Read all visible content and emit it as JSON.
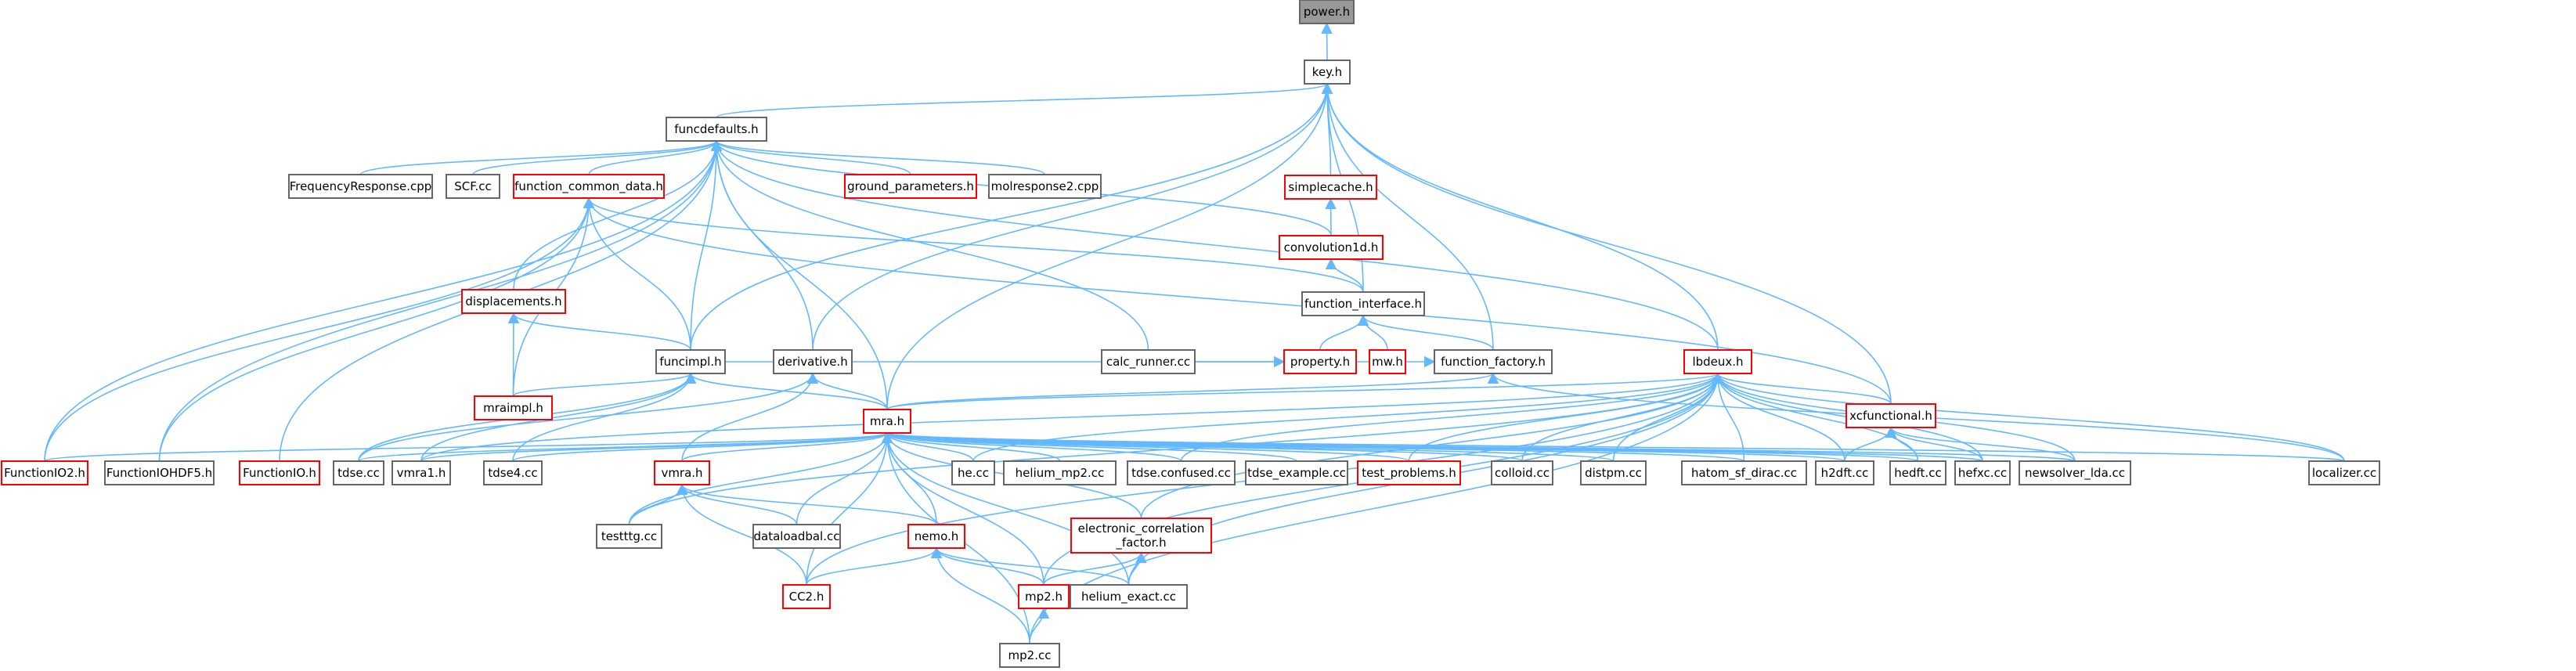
{
  "diagram": {
    "colors": {
      "edge": "#63B8FF",
      "arrow": "#63B8FF",
      "normal_border": "#666666",
      "truncated_border": "#FF0000",
      "root_fill": "#999999",
      "node_fill": "#ffffff",
      "text": "#000000"
    },
    "nodes": [
      {
        "id": "power",
        "label": "power.h",
        "kind": "root"
      },
      {
        "id": "key",
        "label": "key.h",
        "kind": "normal"
      },
      {
        "id": "funcdefaults",
        "label": "funcdefaults.h",
        "kind": "normal"
      },
      {
        "id": "simplecache",
        "label": "simplecache.h",
        "kind": "truncated"
      },
      {
        "id": "convolution1d",
        "label": "convolution1d.h",
        "kind": "truncated"
      },
      {
        "id": "function_interface",
        "label": "function_interface.h",
        "kind": "normal"
      },
      {
        "id": "property",
        "label": "property.h",
        "kind": "truncated"
      },
      {
        "id": "mwh",
        "label": "mw.h",
        "kind": "truncated"
      },
      {
        "id": "function_factory",
        "label": "function_factory.h",
        "kind": "normal"
      },
      {
        "id": "FrequencyResponse",
        "label": "FrequencyResponse.cpp",
        "kind": "normal"
      },
      {
        "id": "SCF",
        "label": "SCF.cc",
        "kind": "normal"
      },
      {
        "id": "function_common_data",
        "label": "function_common_data.h",
        "kind": "truncated"
      },
      {
        "id": "ground_parameters",
        "label": "ground_parameters.h",
        "kind": "truncated"
      },
      {
        "id": "molresponse2",
        "label": "molresponse2.cpp",
        "kind": "normal"
      },
      {
        "id": "displacements",
        "label": "displacements.h",
        "kind": "truncated"
      },
      {
        "id": "funcimpl",
        "label": "funcimpl.h",
        "kind": "normal"
      },
      {
        "id": "derivative",
        "label": "derivative.h",
        "kind": "normal"
      },
      {
        "id": "calc_runner",
        "label": "calc_runner.cc",
        "kind": "normal"
      },
      {
        "id": "lbdeux",
        "label": "lbdeux.h",
        "kind": "truncated"
      },
      {
        "id": "mraimpl",
        "label": "mraimpl.h",
        "kind": "truncated"
      },
      {
        "id": "mra",
        "label": "mra.h",
        "kind": "truncated"
      },
      {
        "id": "xcfunctional",
        "label": "xcfunctional.h",
        "kind": "truncated"
      },
      {
        "id": "FunctionIO2",
        "label": "FunctionIO2.h",
        "kind": "truncated"
      },
      {
        "id": "FunctionIOHDF5",
        "label": "FunctionIOHDF5.h",
        "kind": "normal"
      },
      {
        "id": "FunctionIO",
        "label": "FunctionIO.h",
        "kind": "truncated"
      },
      {
        "id": "tdse",
        "label": "tdse.cc",
        "kind": "normal"
      },
      {
        "id": "vmra1",
        "label": "vmra1.h",
        "kind": "normal"
      },
      {
        "id": "tdse4",
        "label": "tdse4.cc",
        "kind": "normal"
      },
      {
        "id": "he",
        "label": "he.cc",
        "kind": "normal"
      },
      {
        "id": "helium_mp2",
        "label": "helium_mp2.cc",
        "kind": "normal"
      },
      {
        "id": "tdse_confused",
        "label": "tdse.confused.cc",
        "kind": "normal"
      },
      {
        "id": "tdse_example",
        "label": "tdse_example.cc",
        "kind": "normal"
      },
      {
        "id": "test_problems",
        "label": "test_problems.h",
        "kind": "truncated"
      },
      {
        "id": "colloid",
        "label": "colloid.cc",
        "kind": "normal"
      },
      {
        "id": "distpm",
        "label": "distpm.cc",
        "kind": "normal"
      },
      {
        "id": "hatom_sf_dirac",
        "label": "hatom_sf_dirac.cc",
        "kind": "normal"
      },
      {
        "id": "h2dft",
        "label": "h2dft.cc",
        "kind": "normal"
      },
      {
        "id": "hedft",
        "label": "hedft.cc",
        "kind": "normal"
      },
      {
        "id": "hefxc",
        "label": "hefxc.cc",
        "kind": "normal"
      },
      {
        "id": "newsolver_lda",
        "label": "newsolver_lda.cc",
        "kind": "normal"
      },
      {
        "id": "localizer",
        "label": "localizer.cc",
        "kind": "normal"
      },
      {
        "id": "vmra",
        "label": "vmra.h",
        "kind": "truncated"
      },
      {
        "id": "testttg",
        "label": "testttg.cc",
        "kind": "normal"
      },
      {
        "id": "dataloadbal",
        "label": "dataloadbal.cc",
        "kind": "normal"
      },
      {
        "id": "nemo",
        "label": "nemo.h",
        "kind": "truncated"
      },
      {
        "id": "electronic_correlation_factor",
        "label": "electronic_correlation\n_factor.h",
        "kind": "truncated"
      },
      {
        "id": "CC2",
        "label": "CC2.h",
        "kind": "truncated"
      },
      {
        "id": "mp2h",
        "label": "mp2.h",
        "kind": "truncated"
      },
      {
        "id": "helium_exact",
        "label": "helium_exact.cc",
        "kind": "normal"
      },
      {
        "id": "mp2cc",
        "label": "mp2.cc",
        "kind": "normal"
      }
    ],
    "edges": [
      [
        "power",
        "key"
      ],
      [
        "key",
        "funcdefaults"
      ],
      [
        "key",
        "simplecache"
      ],
      [
        "key",
        "function_interface"
      ],
      [
        "key",
        "function_factory"
      ],
      [
        "key",
        "funcimpl"
      ],
      [
        "key",
        "derivative"
      ],
      [
        "key",
        "lbdeux"
      ],
      [
        "key",
        "mra"
      ],
      [
        "key",
        "xcfunctional"
      ],
      [
        "funcdefaults",
        "FrequencyResponse"
      ],
      [
        "funcdefaults",
        "SCF"
      ],
      [
        "funcdefaults",
        "function_common_data"
      ],
      [
        "funcdefaults",
        "ground_parameters"
      ],
      [
        "funcdefaults",
        "molresponse2"
      ],
      [
        "funcdefaults",
        "convolution1d"
      ],
      [
        "funcdefaults",
        "displacements"
      ],
      [
        "funcdefaults",
        "funcimpl"
      ],
      [
        "funcdefaults",
        "derivative"
      ],
      [
        "funcdefaults",
        "calc_runner"
      ],
      [
        "funcdefaults",
        "lbdeux"
      ],
      [
        "funcdefaults",
        "mra"
      ],
      [
        "funcdefaults",
        "FunctionIO2"
      ],
      [
        "funcdefaults",
        "FunctionIOHDF5"
      ],
      [
        "funcdefaults",
        "FunctionIO"
      ],
      [
        "simplecache",
        "convolution1d"
      ],
      [
        "convolution1d",
        "function_interface"
      ],
      [
        "function_interface",
        "property"
      ],
      [
        "function_interface",
        "mwh"
      ],
      [
        "function_interface",
        "function_factory"
      ],
      [
        "function_factory",
        "funcimpl"
      ],
      [
        "function_factory",
        "mra"
      ],
      [
        "function_factory",
        "localizer"
      ],
      [
        "property",
        "calc_runner"
      ],
      [
        "function_common_data",
        "function_interface"
      ],
      [
        "function_common_data",
        "funcimpl"
      ],
      [
        "function_common_data",
        "mraimpl"
      ],
      [
        "function_common_data",
        "FunctionIO2"
      ],
      [
        "function_common_data",
        "FunctionIOHDF5"
      ],
      [
        "function_common_data",
        "xcfunctional"
      ],
      [
        "displacements",
        "funcimpl"
      ],
      [
        "displacements",
        "mraimpl"
      ],
      [
        "funcimpl",
        "mraimpl"
      ],
      [
        "funcimpl",
        "mra"
      ],
      [
        "funcimpl",
        "tdse"
      ],
      [
        "funcimpl",
        "vmra1"
      ],
      [
        "funcimpl",
        "tdse4"
      ],
      [
        "derivative",
        "mra"
      ],
      [
        "derivative",
        "vmra"
      ],
      [
        "derivative",
        "tdse"
      ],
      [
        "lbdeux",
        "mra"
      ],
      [
        "lbdeux",
        "xcfunctional"
      ],
      [
        "lbdeux",
        "he"
      ],
      [
        "lbdeux",
        "tdse_confused"
      ],
      [
        "lbdeux",
        "test_problems"
      ],
      [
        "lbdeux",
        "colloid"
      ],
      [
        "lbdeux",
        "distpm"
      ],
      [
        "lbdeux",
        "hatom_sf_dirac"
      ],
      [
        "lbdeux",
        "h2dft"
      ],
      [
        "lbdeux",
        "hedft"
      ],
      [
        "lbdeux",
        "hefxc"
      ],
      [
        "lbdeux",
        "newsolver_lda"
      ],
      [
        "lbdeux",
        "localizer"
      ],
      [
        "lbdeux",
        "testttg"
      ],
      [
        "lbdeux",
        "electronic_correlation_factor"
      ],
      [
        "lbdeux",
        "CC2"
      ],
      [
        "lbdeux",
        "mp2h"
      ],
      [
        "lbdeux",
        "helium_exact"
      ],
      [
        "lbdeux",
        "mp2cc"
      ],
      [
        "lbdeux",
        "vmra1"
      ],
      [
        "xcfunctional",
        "h2dft"
      ],
      [
        "xcfunctional",
        "hedft"
      ],
      [
        "xcfunctional",
        "hefxc"
      ],
      [
        "xcfunctional",
        "newsolver_lda"
      ],
      [
        "mra",
        "FunctionIO2"
      ],
      [
        "mra",
        "tdse"
      ],
      [
        "mra",
        "vmra1"
      ],
      [
        "mra",
        "tdse4"
      ],
      [
        "mra",
        "he"
      ],
      [
        "mra",
        "helium_mp2"
      ],
      [
        "mra",
        "tdse_confused"
      ],
      [
        "mra",
        "tdse_example"
      ],
      [
        "mra",
        "test_problems"
      ],
      [
        "mra",
        "colloid"
      ],
      [
        "mra",
        "distpm"
      ],
      [
        "mra",
        "hatom_sf_dirac"
      ],
      [
        "mra",
        "h2dft"
      ],
      [
        "mra",
        "hedft"
      ],
      [
        "mra",
        "hefxc"
      ],
      [
        "mra",
        "newsolver_lda"
      ],
      [
        "mra",
        "localizer"
      ],
      [
        "mra",
        "vmra"
      ],
      [
        "mra",
        "testttg"
      ],
      [
        "mra",
        "dataloadbal"
      ],
      [
        "mra",
        "nemo"
      ],
      [
        "mra",
        "electronic_correlation_factor"
      ],
      [
        "mra",
        "CC2"
      ],
      [
        "mra",
        "mp2h"
      ],
      [
        "mra",
        "helium_exact"
      ],
      [
        "mra",
        "mp2cc"
      ],
      [
        "vmra",
        "testttg"
      ],
      [
        "vmra",
        "dataloadbal"
      ],
      [
        "vmra",
        "nemo"
      ],
      [
        "vmra",
        "CC2"
      ],
      [
        "nemo",
        "CC2"
      ],
      [
        "nemo",
        "mp2h"
      ],
      [
        "nemo",
        "helium_exact"
      ],
      [
        "nemo",
        "mp2cc"
      ],
      [
        "electronic_correlation_factor",
        "mp2h"
      ],
      [
        "electronic_correlation_factor",
        "helium_exact"
      ],
      [
        "mp2h",
        "mp2cc"
      ]
    ]
  }
}
